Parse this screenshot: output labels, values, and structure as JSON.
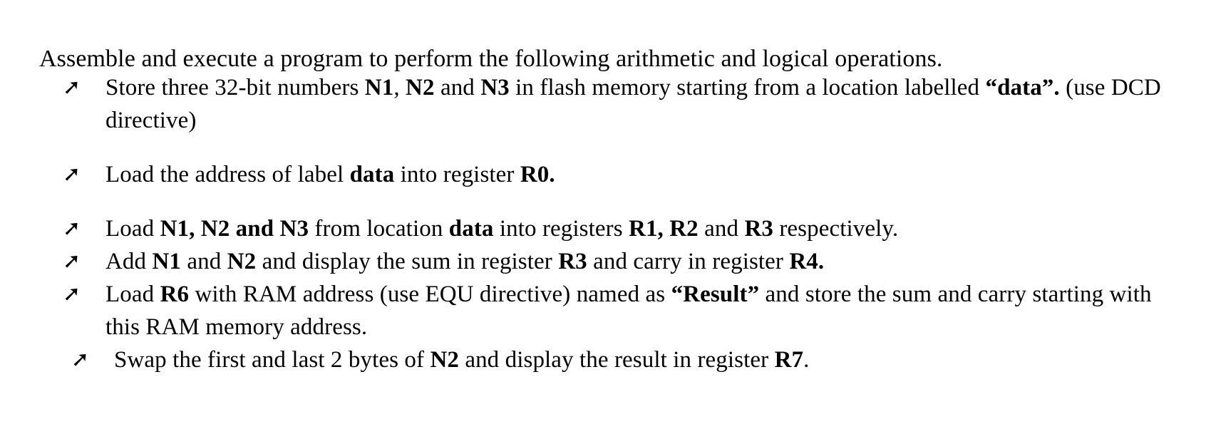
{
  "document": {
    "intro": "Assemble and execute a program to perform the following arithmetic and logical operations.",
    "bullet_marker": "➚",
    "bullet_marker_name": "arrowhead-bullet-icon",
    "items": [
      {
        "id": "store-numbers",
        "text_html": "Store three 32-bit numbers <b>N1</b>, <b>N2</b> and <b>N3</b> in flash memory starting from a location labelled <b>“data”.</b> (use DCD directive)",
        "plain": "Store three 32-bit numbers N1, N2 and N3 in flash memory starting from a location labelled “data”. (use DCD directive)",
        "spacing_after": "large",
        "indented": false
      },
      {
        "id": "load-address",
        "text_html": "Load the address of label <b>data</b> into register <b>R0.</b>",
        "plain": "Load the address of label data into register R0.",
        "spacing_after": "large",
        "indented": false
      },
      {
        "id": "load-registers",
        "text_html": "Load <b>N1, N2 and N3</b> from location <b>data</b> into registers <b>R1, R2</b> and <b>R3</b> respectively.",
        "plain": "Load N1, N2 and N3 from location data into registers R1, R2 and R3 respectively.",
        "spacing_after": "small",
        "indented": false
      },
      {
        "id": "add-display-sum",
        "text_html": "Add <b>N1</b> and <b>N2</b> and display the sum in register <b>R3</b> and carry in register <b>R4.</b>",
        "plain": "Add N1 and N2 and display the sum in register R3 and carry in register R4.",
        "spacing_after": "small",
        "indented": false
      },
      {
        "id": "load-result-store",
        "text_html": "Load <b>R6</b> with RAM address (use EQU directive) named as <b>“Result”</b> and store the sum and carry starting with this RAM memory address.",
        "plain": "Load R6 with RAM address (use EQU directive) named as “Result” and store the sum and carry starting with this RAM memory address.",
        "spacing_after": "small",
        "indented": false
      },
      {
        "id": "swap-bytes",
        "text_html": "Swap the first and last 2 bytes of <b>N2</b> and display the result in register <b>R7</b>.",
        "plain": "Swap the first and last 2 bytes of N2 and display the result in register R7.",
        "spacing_after": "none",
        "indented": true
      }
    ]
  }
}
